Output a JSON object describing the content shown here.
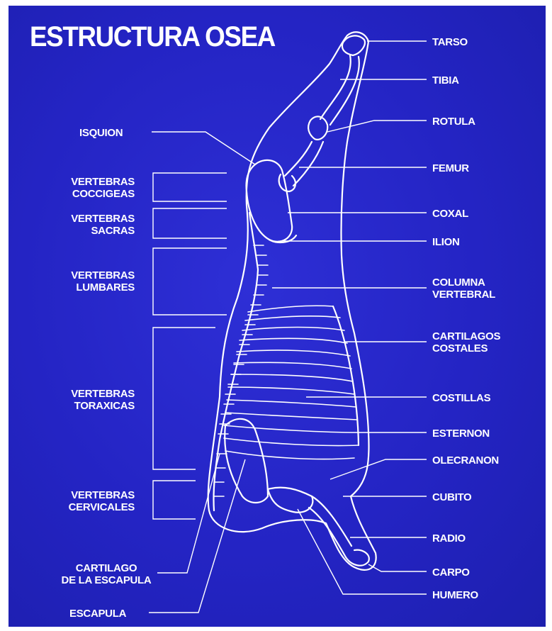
{
  "title": "ESTRUCTURA OSEA",
  "colors": {
    "background": "#2424c4",
    "ink": "#ffffff"
  },
  "labels_right": {
    "tarso": "TARSO",
    "tibia": "TIBIA",
    "rotula": "ROTULA",
    "femur": "FEMUR",
    "coxal": "COXAL",
    "ilion": "ILION",
    "columna_1": "COLUMNA",
    "columna_2": "VERTEBRAL",
    "cartilagos_1": "CARTILAGOS",
    "cartilagos_2": "COSTALES",
    "costillas": "COSTILLAS",
    "esternon": "ESTERNON",
    "olecranon": "OLECRANON",
    "cubito": "CUBITO",
    "radio": "RADIO",
    "carpo": "CARPO",
    "humero": "HUMERO"
  },
  "labels_left": {
    "isquion": "ISQUION",
    "coccigeas_1": "VERTEBRAS",
    "coccigeas_2": "COCCIGEAS",
    "sacras_1": "VERTEBRAS",
    "sacras_2": "SACRAS",
    "lumbares_1": "VERTEBRAS",
    "lumbares_2": "LUMBARES",
    "toraxicas_1": "VERTEBRAS",
    "toraxicas_2": "TORAXICAS",
    "cervicales_1": "VERTEBRAS",
    "cervicales_2": "CERVICALES",
    "cartilago_1": "CARTILAGO",
    "cartilago_2": "DE LA ESCAPULA",
    "escapula": "ESCAPULA"
  }
}
